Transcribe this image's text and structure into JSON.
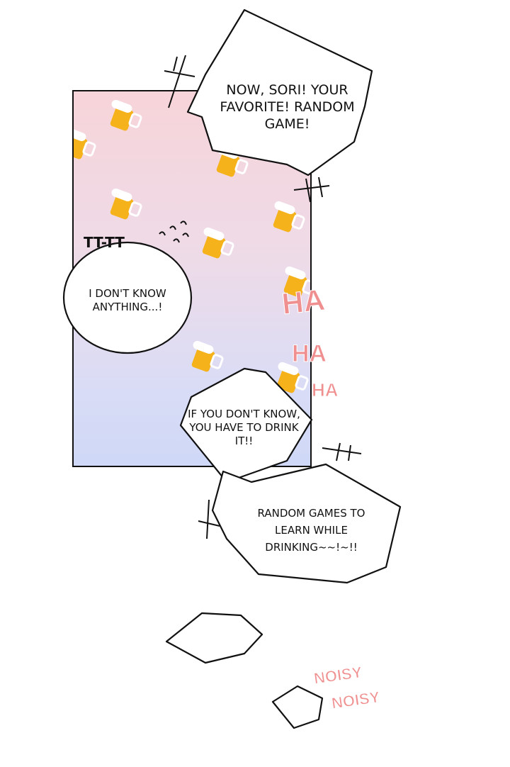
{
  "bubbles": {
    "top": "NOW, SORI! YOUR FAVORITE! RANDOM GAME!",
    "round": "I DON'T KNOW ANYTHING...!",
    "middle": "IF YOU DON'T KNOW, YOU HAVE TO DRINK IT!!",
    "bottom": "RANDOM GAMES TO LEARN WHILE DRINKING~~!~!!"
  },
  "sfx": {
    "crying": "TT-TT",
    "laugh": [
      "HA",
      "HA",
      "HA"
    ],
    "noisy": [
      "NOISY",
      "NOISY"
    ]
  },
  "colors": {
    "panel_top": "#f7d4d9",
    "panel_bottom": "#cfd8f7",
    "beer": "#f5b21b",
    "sfx": "#f08f8f"
  }
}
